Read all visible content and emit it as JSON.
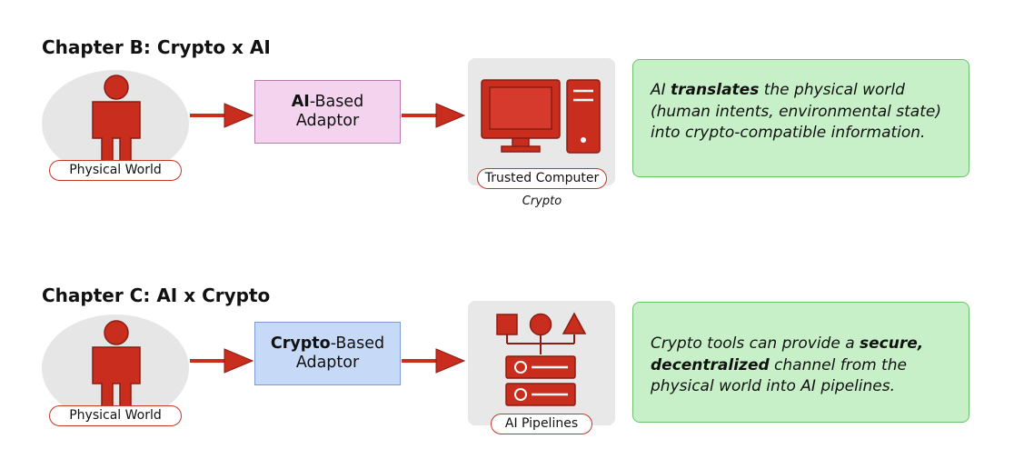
{
  "chapter_b": {
    "title": "Chapter B: Crypto x AI",
    "source_label": "Physical World",
    "adaptor": {
      "bold": "AI",
      "rest": "-Based",
      "line2": "Adaptor"
    },
    "target_label": "Trusted Computer",
    "target_caption": "Crypto",
    "description": {
      "p1": "AI ",
      "b1": "translates",
      "p2": " the physical world (human intents, environmental state) into crypto-compatible information."
    }
  },
  "chapter_c": {
    "title": "Chapter C: AI x Crypto",
    "source_label": "Physical World",
    "adaptor": {
      "bold": "Crypto",
      "rest": "-Based",
      "line2": "Adaptor"
    },
    "target_label": "AI Pipelines",
    "description": {
      "p1": "Crypto tools can provide a ",
      "b1": "secure,",
      "p2": " ",
      "b2": "decentralized",
      "p3": " channel from the physical world into AI pipelines."
    }
  },
  "colors": {
    "accent_red": "#c92d1e",
    "adaptor_b_fill": "#f3d3ee",
    "adaptor_c_fill": "#c6daf8",
    "desc_fill": "#c8f0c8",
    "panel_fill": "#e8e8e8"
  },
  "icons": {
    "person": "person-icon",
    "computer": "computer-icon",
    "pipeline": "pipeline-icon",
    "arrow": "arrow-right-icon"
  }
}
